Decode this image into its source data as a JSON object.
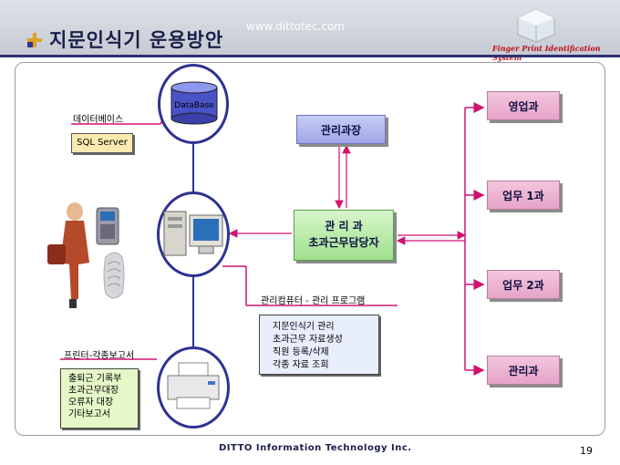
{
  "header": {
    "title": "지문인식기 운용방안",
    "website": "www.dittotec.com",
    "fp_tag": "Finger Print Identification System"
  },
  "footer": {
    "company": "DITTO Information Technology Inc.",
    "page_number": "19"
  },
  "diagram": {
    "database_label": "DataBase",
    "db_caption": "데이터베이스",
    "db_note": "SQL Server",
    "manager_chief": "관리과장",
    "manager_dept_line1": "관 리 과",
    "manager_dept_line2": "초과근무담당자",
    "pc_caption": "관리컴퓨터 - 관리 프로그램",
    "pc_notes": [
      "지문인식기 관리",
      "초과근무 자료생성",
      "직원 등록/삭제",
      "각종 자료 조회"
    ],
    "printer_caption": "프린터-각종보고서",
    "printer_notes": [
      "출퇴근 기록부",
      "초과근무대장",
      "오류자 대장",
      "기타보고서"
    ],
    "departments": [
      "영업과",
      "업무 1과",
      "업무 2과",
      "관리과"
    ]
  },
  "colors": {
    "accent_navy": "#2e3290",
    "connector_pink": "#d11070",
    "title_text": "#1a1f4a"
  }
}
